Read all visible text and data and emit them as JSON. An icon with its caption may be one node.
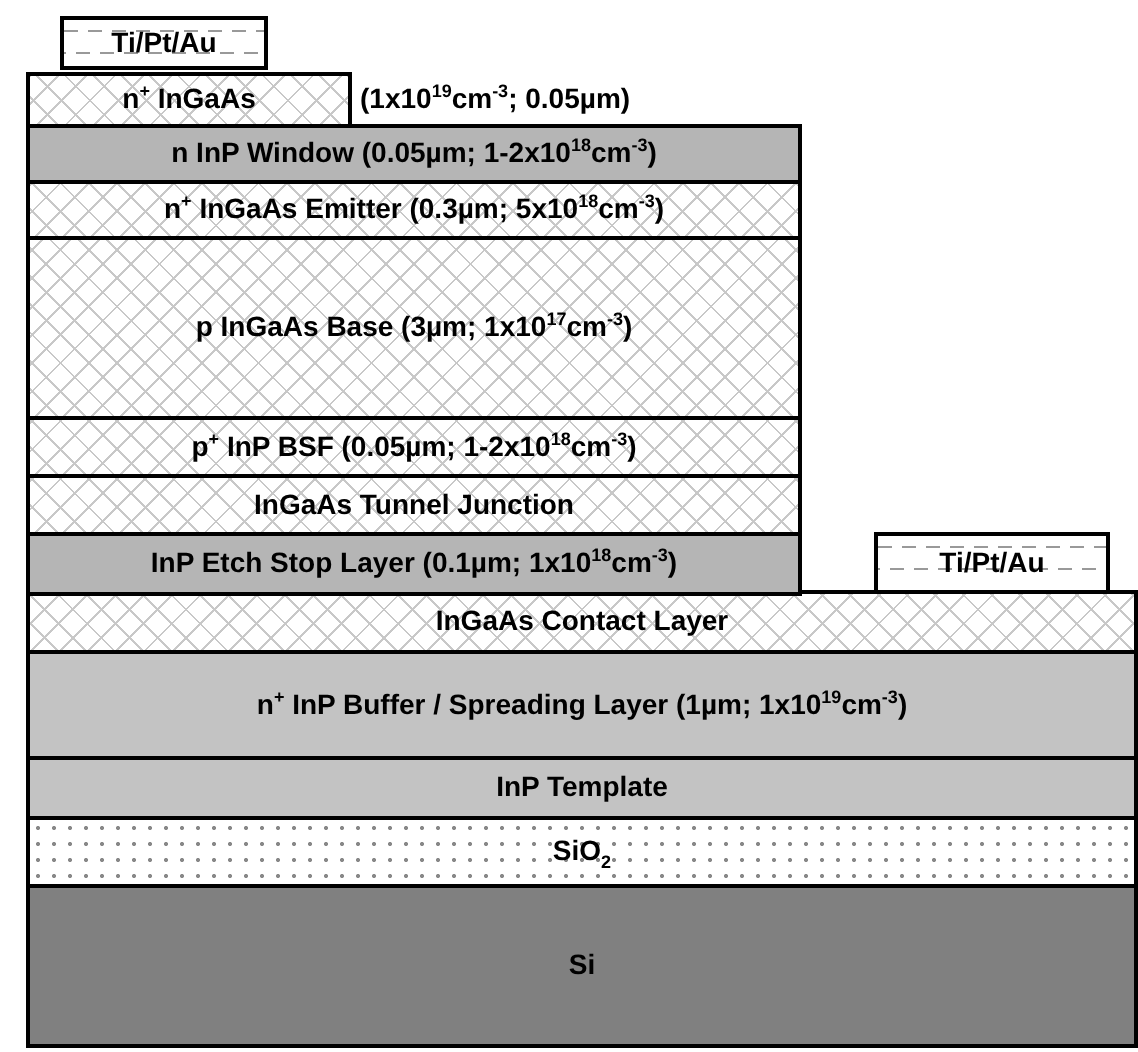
{
  "diagram": {
    "nodes": [
      {
        "text": [
          "Ti/Pt/Au"
        ]
      },
      {
        "text": [
          "n$^{+}$ InGaAs"
        ],
        "beside": [
          "(1x10$^{19}$cm$^{-3}$; 0.05µm)"
        ]
      },
      {
        "text": [
          "n InP Window (0.05µm; 1-2x10$^{18}$cm$^{-3}$)"
        ]
      },
      {
        "text": [
          "n$^{+}$ InGaAs Emitter (0.3µm; 5x10$^{18}$cm$^{-3}$)"
        ]
      },
      {
        "text": [
          "p InGaAs Base (3µm; 1x10$^{17}$cm$^{-3}$)"
        ]
      },
      {
        "text": [
          "p$^{+}$ InP BSF (0.05µm; 1-2x10$^{18}$cm$^{-3}$)"
        ]
      },
      {
        "text": [
          "InGaAs Tunnel Junction"
        ]
      },
      {
        "text": [
          "InP Etch Stop Layer (0.1µm; 1x10$^{18}$cm$^{-3}$)"
        ]
      },
      {
        "text": [
          "Ti/Pt/Au"
        ]
      },
      {
        "text": [
          "InGaAs Contact Layer"
        ]
      },
      {
        "text": [
          "n$^{+}$ InP Buffer / Spreading Layer (1µm; 1x10$^{19}$cm$^{-3}$)"
        ]
      },
      {
        "text": [
          "InP Template"
        ]
      },
      {
        "text": [
          "SiO$_{2}$"
        ]
      },
      {
        "text": [
          "Si"
        ]
      }
    ]
  }
}
